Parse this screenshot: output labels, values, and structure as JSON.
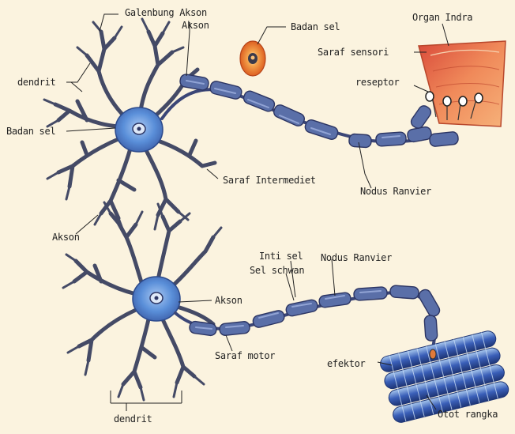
{
  "colors": {
    "background": "#fbf3df",
    "soma": "#5a8fd9",
    "myelin": "#5a6fa8",
    "sensory_organ": "#e06a4a",
    "muscle": "#3a5fb8",
    "soma_badan_sel": "#e8712e"
  },
  "labels": {
    "galenbung_akson": "Galenbung Akson",
    "akson_top": "Akson",
    "badan_sel_floating": "Badan sel",
    "organ_indra": "Organ Indra",
    "saraf_sensori": "Saraf sensori",
    "reseptor": "reseptor",
    "dendrit_top": "dendrit",
    "badan_sel_left": "Badan sel",
    "saraf_intermediet": "Saraf Intermediet",
    "nodus_ranvier_top": "Nodus Ranvier",
    "akson_left": "Akson",
    "inti_sel": "Inti sel",
    "nodus_ranvier_bottom": "Nodus Ranvier",
    "sel_schwan": "Sel schwan",
    "akson_bottom": "Akson",
    "saraf_motor": "Saraf motor",
    "efektor": "efektor",
    "dendrit_bottom": "dendrit",
    "otot_rangka": "Otot rangka"
  },
  "icons": {
    "top_neuron": "neuron-icon",
    "bottom_neuron": "neuron-icon",
    "cell_body": "cell-body-icon",
    "sensory_organ": "sensory-organ-icon",
    "muscle": "muscle-fiber-icon"
  }
}
